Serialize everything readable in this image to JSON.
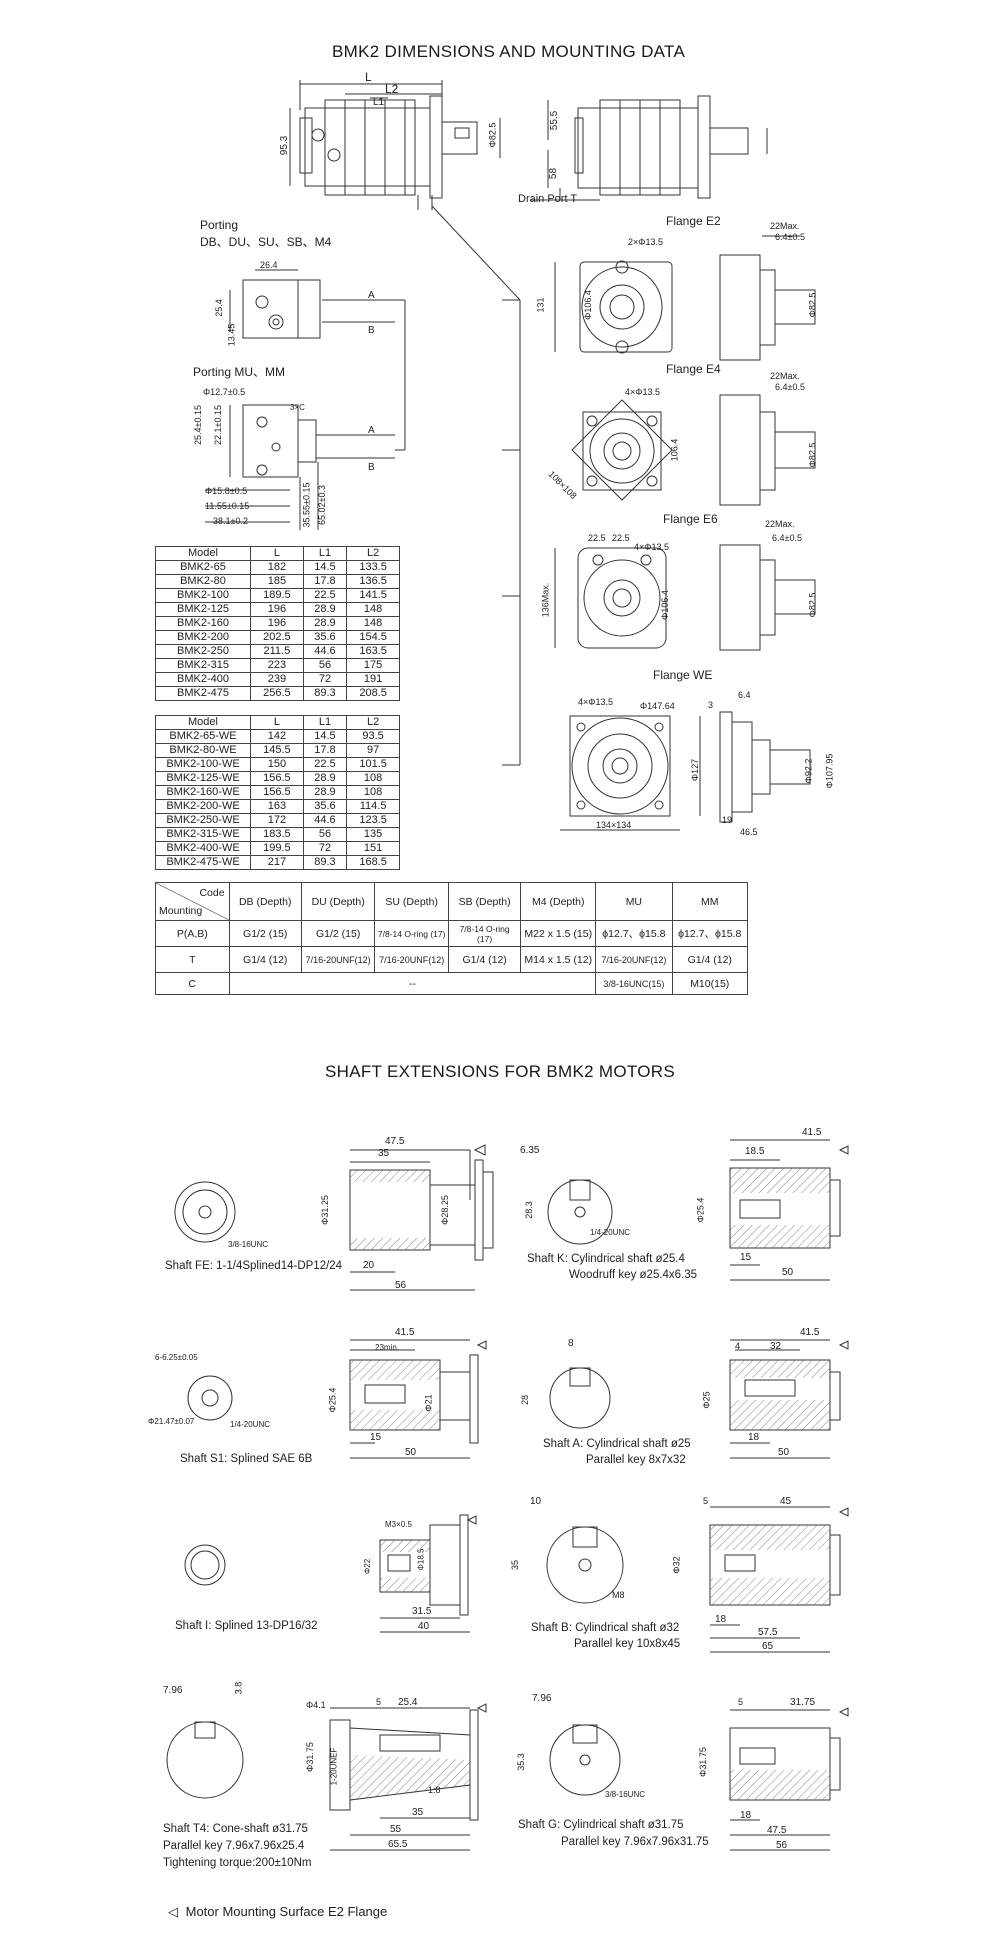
{
  "section1": {
    "title": "BMK2 DIMENSIONS AND MOUNTING DATA",
    "top_labels": {
      "L": "L",
      "L2": "L2",
      "L1": "L1",
      "d95": "95.3",
      "d55": "55.5",
      "d58": "58",
      "d82": "Φ82.5",
      "drain": "Drain Port T"
    },
    "porting1_title": "Porting",
    "porting1_sub": "DB、DU、SU、SB、M4",
    "porting1_dims": {
      "a": "26.4",
      "b": "25.4",
      "c": "13.45",
      "A": "A",
      "B": "B"
    },
    "porting2_title": "Porting MU、MM",
    "porting2_dims": {
      "a": "Φ12.7±0.5",
      "b": "25.4±0.15",
      "c": "22.1±0.15",
      "d": "3×C",
      "e": "Φ15.8±0.5",
      "f": "11.55±0.15",
      "g": "38.1±0.2",
      "h": "35.55±0.15",
      "i": "65.02±0.3",
      "A": "A",
      "B": "B"
    },
    "flanges": [
      {
        "name": "Flange  E2",
        "holes": "2×Φ13.5",
        "d1": "131",
        "d2": "Φ106.4",
        "max": "22Max.",
        "d3": "6.4±0.5",
        "d4": "Φ82.5"
      },
      {
        "name": "Flange  E4",
        "holes": "4×Φ13.5",
        "d1": "106.4",
        "d2": "108×108",
        "max": "22Max.",
        "d3": "6.4±0.5",
        "d4": "Φ82.5"
      },
      {
        "name": "Flange  E6",
        "holes": "4×Φ13.5",
        "d1": "136Max.",
        "d2": "Φ106.4",
        "d5": "22.5",
        "d6": "22.5",
        "max": "22Max.",
        "d3": "6.4±0.5",
        "d4": "Φ82.5"
      },
      {
        "name": "Flange  WE",
        "holes": "4×Φ13.5",
        "d1": "Φ147.64",
        "d2": "134×134",
        "d3": "6.4",
        "d4": "Φ127",
        "d5": "Φ92.2",
        "d6": "Φ107.95",
        "d7": "3",
        "d8": "19",
        "d9": "46.5"
      }
    ]
  },
  "table1": {
    "headers": [
      "Model",
      "L",
      "L1",
      "L2"
    ],
    "rows": [
      [
        "BMK2-65",
        "182",
        "14.5",
        "133.5"
      ],
      [
        "BMK2-80",
        "185",
        "17.8",
        "136.5"
      ],
      [
        "BMK2-100",
        "189.5",
        "22.5",
        "141.5"
      ],
      [
        "BMK2-125",
        "196",
        "28.9",
        "148"
      ],
      [
        "BMK2-160",
        "196",
        "28.9",
        "148"
      ],
      [
        "BMK2-200",
        "202.5",
        "35.6",
        "154.5"
      ],
      [
        "BMK2-250",
        "211.5",
        "44.6",
        "163.5"
      ],
      [
        "BMK2-315",
        "223",
        "56",
        "175"
      ],
      [
        "BMK2-400",
        "239",
        "72",
        "191"
      ],
      [
        "BMK2-475",
        "256.5",
        "89.3",
        "208.5"
      ]
    ]
  },
  "table2": {
    "headers": [
      "Model",
      "L",
      "L1",
      "L2"
    ],
    "rows": [
      [
        "BMK2-65-WE",
        "142",
        "14.5",
        "93.5"
      ],
      [
        "BMK2-80-WE",
        "145.5",
        "17.8",
        "97"
      ],
      [
        "BMK2-100-WE",
        "150",
        "22.5",
        "101.5"
      ],
      [
        "BMK2-125-WE",
        "156.5",
        "28.9",
        "108"
      ],
      [
        "BMK2-160-WE",
        "156.5",
        "28.9",
        "108"
      ],
      [
        "BMK2-200-WE",
        "163",
        "35.6",
        "114.5"
      ],
      [
        "BMK2-250-WE",
        "172",
        "44.6",
        "123.5"
      ],
      [
        "BMK2-315-WE",
        "183.5",
        "56",
        "135"
      ],
      [
        "BMK2-400-WE",
        "199.5",
        "72",
        "151"
      ],
      [
        "BMK2-475-WE",
        "217",
        "89.3",
        "168.5"
      ]
    ]
  },
  "code_table": {
    "corner_top": "Code",
    "corner_bottom": "Mounting",
    "headers": [
      "DB (Depth)",
      "DU (Depth)",
      "SU (Depth)",
      "SB (Depth)",
      "M4 (Depth)",
      "MU",
      "MM"
    ],
    "rows": [
      {
        "label": "P(A,B)",
        "cells": [
          "G1/2  (15)",
          "G1/2  (15)",
          "7/8-14 O-ring (17)",
          "7/8-14 O-ring (17)",
          "M22 x 1.5  (15)",
          "ϕ12.7、ϕ15.8",
          "ϕ12.7、ϕ15.8"
        ]
      },
      {
        "label": "T",
        "cells": [
          "G1/4  (12)",
          "7/16-20UNF(12)",
          "7/16-20UNF(12)",
          "G1/4  (12)",
          "M14 x 1.5  (12)",
          "7/16-20UNF(12)",
          "G1/4  (12)"
        ]
      },
      {
        "label": "C",
        "merged": "--",
        "mu": "3/8-16UNC(15)",
        "mm": "M10(15)"
      }
    ]
  },
  "section2": {
    "title": "SHAFT EXTENSIONS FOR BMK2 MOTORS",
    "shafts": [
      {
        "id": "FE",
        "caption": [
          "Shaft FE: 1-1/4Splined14-DP12/24"
        ],
        "dims": [
          "47.5",
          "35",
          "Φ31.25",
          "Φ28.25",
          "20",
          "56",
          "3/8-16UNC"
        ]
      },
      {
        "id": "K",
        "caption": [
          "Shaft K: Cylindrical shaft ø25.4",
          "Woodruff key ø25.4x6.35"
        ],
        "dims": [
          "6.35",
          "28.3",
          "1/4-20UNC",
          "41.5",
          "18.5",
          "Φ25.4",
          "15",
          "50"
        ]
      },
      {
        "id": "S1",
        "caption": [
          "Shaft S1: Splined SAE 6B"
        ],
        "dims": [
          "6-6.25±0.05",
          "Φ21.47±0.07",
          "1/4-20UNC",
          "41.5",
          "23min.",
          "Φ25.4",
          "Φ21",
          "15",
          "50"
        ]
      },
      {
        "id": "A",
        "caption": [
          "Shaft A: Cylindrical shaft ø25",
          "Parallel key 8x7x32"
        ],
        "dims": [
          "8",
          "28",
          "41.5",
          "4",
          "32",
          "Φ25",
          "18",
          "50"
        ]
      },
      {
        "id": "I",
        "caption": [
          "Shaft I: Splined 13-DP16/32"
        ],
        "dims": [
          "M3×0.5",
          "Φ22",
          "Φ18.5",
          "31.5",
          "40"
        ]
      },
      {
        "id": "B",
        "caption": [
          "Shaft B: Cylindrical shaft ø32",
          "Parallel key 10x8x45"
        ],
        "dims": [
          "10",
          "35",
          "M8",
          "5",
          "45",
          "Φ32",
          "18",
          "57.5",
          "65"
        ]
      },
      {
        "id": "T4",
        "caption": [
          "Shaft T4: Cone-shaft ø31.75",
          "Parallel key 7.96x7.96x25.4",
          "Tightening torque:200±10Nm"
        ],
        "dims": [
          "7.96",
          "3.8",
          "Φ4.1",
          "25.4",
          "5",
          "Φ31.75",
          "1-20UNEF",
          "1:8",
          "35",
          "55",
          "65.5"
        ]
      },
      {
        "id": "G",
        "caption": [
          "Shaft G: Cylindrical shaft ø31.75",
          "Parallel key 7.96x7.96x31.75"
        ],
        "dims": [
          "7.96",
          "35.3",
          "3/8-16UNC",
          "5",
          "31.75",
          "Φ31.75",
          "18",
          "47.5",
          "56"
        ]
      }
    ],
    "footer": "Motor Mounting Surface E2 Flange"
  }
}
